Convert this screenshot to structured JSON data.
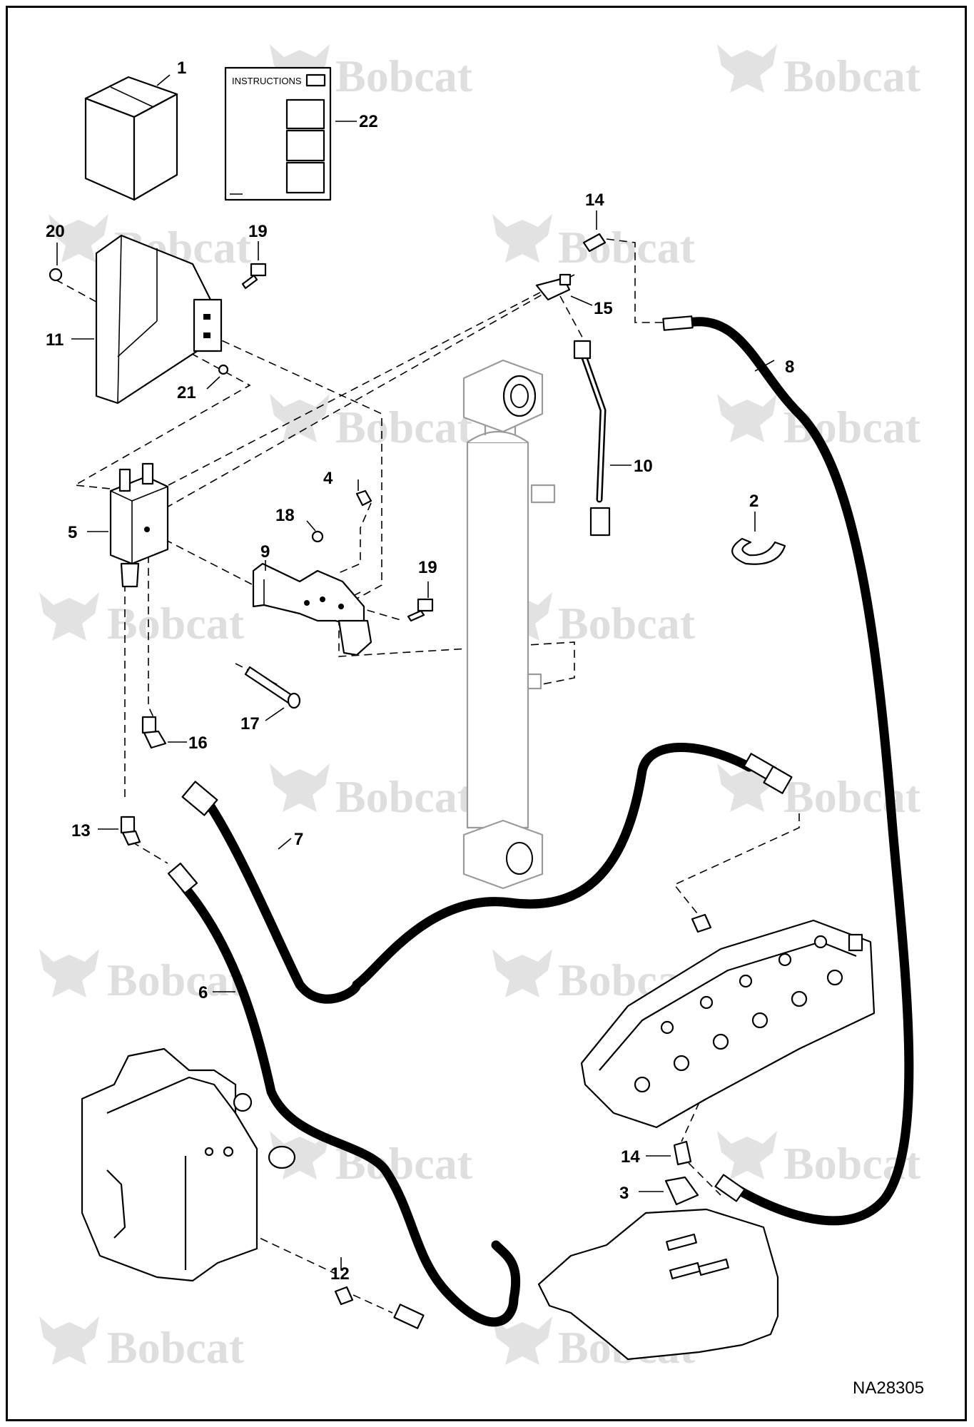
{
  "drawing_number": "NA28305",
  "watermark_text": "Bobcat",
  "instructions_sheet": {
    "heading": "INSTRUCTIONS"
  },
  "callouts": [
    {
      "id": "c1",
      "label": "1"
    },
    {
      "id": "c22",
      "label": "22"
    },
    {
      "id": "c20",
      "label": "20"
    },
    {
      "id": "c19a",
      "label": "19"
    },
    {
      "id": "c11",
      "label": "11"
    },
    {
      "id": "c21",
      "label": "21"
    },
    {
      "id": "c14a",
      "label": "14"
    },
    {
      "id": "c15",
      "label": "15"
    },
    {
      "id": "c8",
      "label": "8"
    },
    {
      "id": "c10",
      "label": "10"
    },
    {
      "id": "c4",
      "label": "4"
    },
    {
      "id": "c5",
      "label": "5"
    },
    {
      "id": "c18",
      "label": "18"
    },
    {
      "id": "c9",
      "label": "9"
    },
    {
      "id": "c2",
      "label": "2"
    },
    {
      "id": "c19b",
      "label": "19"
    },
    {
      "id": "c17",
      "label": "17"
    },
    {
      "id": "c16",
      "label": "16"
    },
    {
      "id": "c13",
      "label": "13"
    },
    {
      "id": "c7",
      "label": "7"
    },
    {
      "id": "c6",
      "label": "6"
    },
    {
      "id": "c14b",
      "label": "14"
    },
    {
      "id": "c3",
      "label": "3"
    },
    {
      "id": "c12",
      "label": "12"
    }
  ]
}
